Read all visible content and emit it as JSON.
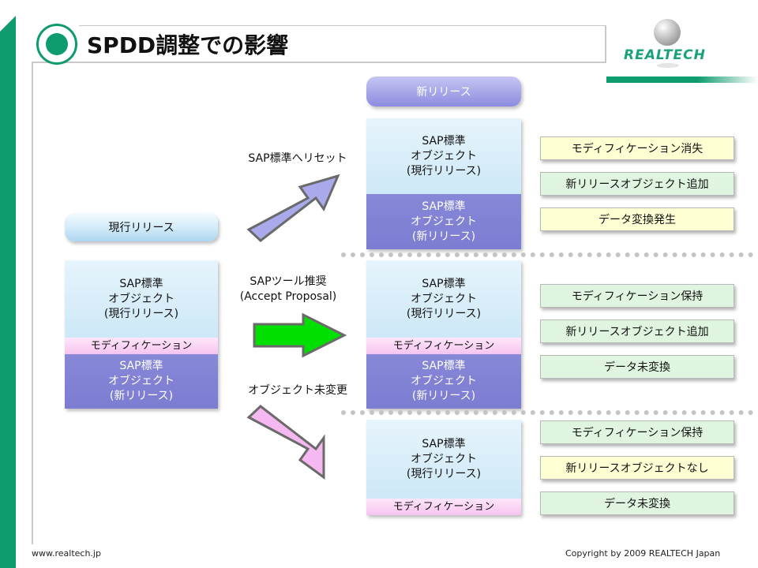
{
  "title": "SPDD調整での影響",
  "logo": {
    "text": "REALTECH"
  },
  "footer": {
    "url": "www.realtech.jp",
    "copyright": "Copyright by 2009 REALTECH Japan"
  },
  "colors": {
    "brand_green": "#0e9b6f",
    "arrow_up": "#a9a9ec",
    "arrow_right": "#00e000",
    "arrow_down": "#f5b8f0"
  },
  "current_release": {
    "header": "現行リリース",
    "std_current": [
      "SAP標準",
      "オブジェクト",
      "(現行リリース)"
    ],
    "modification": "モディフィケーション",
    "std_new": [
      "SAP標準",
      "オブジェクト",
      "(新リリース)"
    ]
  },
  "new_release": {
    "header": "新リリース"
  },
  "arrows": {
    "up": {
      "label": "SAP標準へリセット"
    },
    "right": {
      "label1": "SAPツール推奨",
      "label2": "(Accept Proposal)"
    },
    "down": {
      "label": "オブジェクト未変更"
    }
  },
  "scenarios": [
    {
      "std_current": [
        "SAP標準",
        "オブジェクト",
        "(現行リリース)"
      ],
      "std_new": [
        "SAP標準",
        "オブジェクト",
        "(新リリース)"
      ],
      "results": [
        "モディフィケーション消失",
        "新リリースオブジェクト追加",
        "データ変換発生"
      ]
    },
    {
      "std_current": [
        "SAP標準",
        "オブジェクト",
        "(現行リリース)"
      ],
      "modification": "モディフィケーション",
      "std_new": [
        "SAP標準",
        "オブジェクト",
        "(新リリース)"
      ],
      "results": [
        "モディフィケーション保持",
        "新リリースオブジェクト追加",
        "データ未変換"
      ]
    },
    {
      "std_current": [
        "SAP標準",
        "オブジェクト",
        "(現行リリース)"
      ],
      "modification": "モディフィケーション",
      "results": [
        "モディフィケーション保持",
        "新リリースオブジェクトなし",
        "データ未変換"
      ]
    }
  ]
}
